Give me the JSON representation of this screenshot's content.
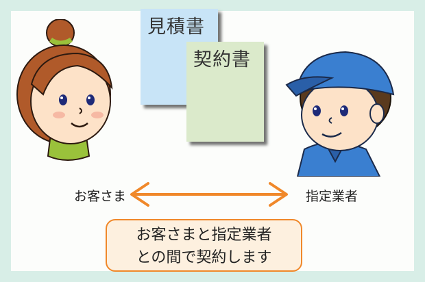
{
  "documents": {
    "estimate": "見積書",
    "contract": "契約書"
  },
  "labels": {
    "customer": "お客さま",
    "contractor": "指定業者"
  },
  "note": {
    "line1": "お客さまと指定業者",
    "line2": "との間で契約します"
  },
  "colors": {
    "background": "#d8eee7",
    "estimate_doc": "#c8e4f7",
    "contract_doc": "#dbeacb",
    "arrow": "#f0882a",
    "note_fill": "#fdf0df",
    "cap": "#3a7fd0"
  },
  "icons": [
    "customer-woman-icon",
    "contractor-worker-icon",
    "double-arrow-icon"
  ]
}
